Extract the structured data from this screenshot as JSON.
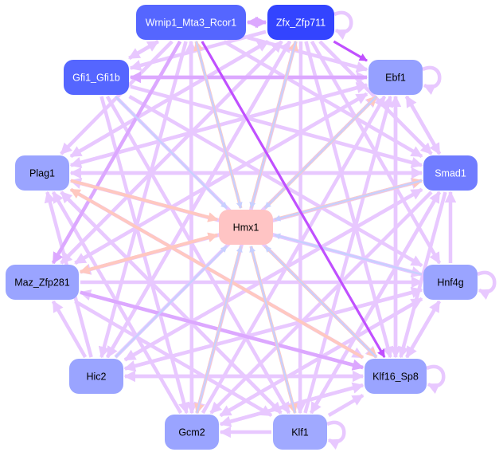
{
  "diagram": {
    "type": "directed-network",
    "nodes": [
      {
        "id": "wrnip1",
        "label": "Wrnip1_Mta3_Rcor1",
        "fill": "#5566ff",
        "text": "#ffffff"
      },
      {
        "id": "zfx",
        "label": "Zfx_Zfp711",
        "fill": "#3344ff",
        "text": "#ffffff"
      },
      {
        "id": "gfi1",
        "label": "Gfi1_Gfi1b",
        "fill": "#5566ff",
        "text": "#ffffff"
      },
      {
        "id": "ebf1",
        "label": "Ebf1",
        "fill": "#95a0ff",
        "text": "#000000"
      },
      {
        "id": "plag1",
        "label": "Plag1",
        "fill": "#9aa4ff",
        "text": "#000000"
      },
      {
        "id": "smad1",
        "label": "Smad1",
        "fill": "#707cff",
        "text": "#ffffff"
      },
      {
        "id": "hmx1",
        "label": "Hmx1",
        "fill": "#ffc4c4",
        "text": "#000000"
      },
      {
        "id": "maz",
        "label": "Maz_Zfp281",
        "fill": "#9aa4ff",
        "text": "#000000"
      },
      {
        "id": "hnf4g",
        "label": "Hnf4g",
        "fill": "#9aa4ff",
        "text": "#000000"
      },
      {
        "id": "hic2",
        "label": "Hic2",
        "fill": "#9aa4ff",
        "text": "#000000"
      },
      {
        "id": "klf16",
        "label": "Klf16_Sp8",
        "fill": "#9aa4ff",
        "text": "#000000"
      },
      {
        "id": "gcm2",
        "label": "Gcm2",
        "fill": "#9aa4ff",
        "text": "#000000"
      },
      {
        "id": "klf1",
        "label": "Klf1",
        "fill": "#a0a9ff",
        "text": "#000000"
      }
    ],
    "edge_colors": {
      "default": "#e8c8ff",
      "strong": "#dca8ff",
      "highlight": "#c050ff",
      "pink": "#ffc8c0",
      "blue": "#c8d0ff"
    },
    "edges": [
      {
        "from": "wrnip1",
        "to": "zfx",
        "color": "strong"
      },
      {
        "from": "zfx",
        "to": "wrnip1",
        "color": "strong"
      },
      {
        "from": "zfx",
        "to": "zfx",
        "color": "default"
      },
      {
        "from": "zfx",
        "to": "ebf1",
        "color": "highlight"
      },
      {
        "from": "ebf1",
        "to": "ebf1",
        "color": "default"
      },
      {
        "from": "hnf4g",
        "to": "hnf4g",
        "color": "default"
      },
      {
        "from": "klf16",
        "to": "klf16",
        "color": "default"
      },
      {
        "from": "klf1",
        "to": "klf1",
        "color": "default"
      },
      {
        "from": "wrnip1",
        "to": "klf16",
        "color": "highlight"
      },
      {
        "from": "gfi1",
        "to": "ebf1",
        "color": "default"
      },
      {
        "from": "ebf1",
        "to": "gfi1",
        "color": "strong"
      },
      {
        "from": "zfx",
        "to": "gfi1",
        "color": "default"
      },
      {
        "from": "smad1",
        "to": "plag1",
        "color": "default"
      },
      {
        "from": "zfx",
        "to": "plag1",
        "color": "default"
      },
      {
        "from": "ebf1",
        "to": "plag1",
        "color": "default"
      },
      {
        "from": "klf16",
        "to": "plag1",
        "color": "pink"
      },
      {
        "from": "zfx",
        "to": "smad1",
        "color": "default"
      },
      {
        "from": "ebf1",
        "to": "smad1",
        "color": "default"
      },
      {
        "from": "smad1",
        "to": "ebf1",
        "color": "default"
      },
      {
        "from": "klf16",
        "to": "ebf1",
        "color": "default"
      },
      {
        "from": "gcm2",
        "to": "ebf1",
        "color": "default"
      },
      {
        "from": "plag1",
        "to": "smad1",
        "color": "default"
      },
      {
        "from": "gfi1",
        "to": "smad1",
        "color": "default"
      },
      {
        "from": "maz",
        "to": "smad1",
        "color": "default"
      },
      {
        "from": "hic2",
        "to": "smad1",
        "color": "default"
      },
      {
        "from": "klf1",
        "to": "smad1",
        "color": "default"
      },
      {
        "from": "wrnip1",
        "to": "hmx1",
        "color": "blue"
      },
      {
        "from": "zfx",
        "to": "hmx1",
        "color": "blue"
      },
      {
        "from": "gfi1",
        "to": "hmx1",
        "color": "blue"
      },
      {
        "from": "ebf1",
        "to": "hmx1",
        "color": "blue"
      },
      {
        "from": "smad1",
        "to": "hmx1",
        "color": "blue"
      },
      {
        "from": "plag1",
        "to": "hmx1",
        "color": "pink"
      },
      {
        "from": "hnf4g",
        "to": "hmx1",
        "color": "blue"
      },
      {
        "from": "klf16",
        "to": "hmx1",
        "color": "blue"
      },
      {
        "from": "hic2",
        "to": "hmx1",
        "color": "blue"
      },
      {
        "from": "klf1",
        "to": "hmx1",
        "color": "blue"
      },
      {
        "from": "maz",
        "to": "hmx1",
        "color": "pink"
      },
      {
        "from": "gcm2",
        "to": "hmx1",
        "color": "blue"
      },
      {
        "from": "hmx1",
        "to": "wrnip1",
        "color": "pink"
      },
      {
        "from": "hmx1",
        "to": "zfx",
        "color": "pink"
      },
      {
        "from": "hmx1",
        "to": "ebf1",
        "color": "pink"
      },
      {
        "from": "hmx1",
        "to": "smad1",
        "color": "pink"
      },
      {
        "from": "hmx1",
        "to": "maz",
        "color": "pink"
      },
      {
        "from": "hmx1",
        "to": "klf16",
        "color": "pink"
      },
      {
        "from": "hmx1",
        "to": "gcm2",
        "color": "pink"
      },
      {
        "from": "hmx1",
        "to": "klf1",
        "color": "pink"
      },
      {
        "from": "zfx",
        "to": "maz",
        "color": "default"
      },
      {
        "from": "wrnip1",
        "to": "maz",
        "color": "strong"
      },
      {
        "from": "ebf1",
        "to": "maz",
        "color": "default"
      },
      {
        "from": "smad1",
        "to": "maz",
        "color": "default"
      },
      {
        "from": "klf16",
        "to": "maz",
        "color": "default"
      },
      {
        "from": "maz",
        "to": "klf16",
        "color": "strong"
      },
      {
        "from": "zfx",
        "to": "hnf4g",
        "color": "default"
      },
      {
        "from": "gfi1",
        "to": "hnf4g",
        "color": "default"
      },
      {
        "from": "plag1",
        "to": "hnf4g",
        "color": "default"
      },
      {
        "from": "hnf4g",
        "to": "plag1",
        "color": "default"
      },
      {
        "from": "hnf4g",
        "to": "smad1",
        "color": "default"
      },
      {
        "from": "hnf4g",
        "to": "hic2",
        "color": "default"
      },
      {
        "from": "hnf4g",
        "to": "gcm2",
        "color": "default"
      },
      {
        "from": "hnf4g",
        "to": "klf16",
        "color": "default"
      },
      {
        "from": "wrnip1",
        "to": "hic2",
        "color": "default"
      },
      {
        "from": "zfx",
        "to": "hic2",
        "color": "default"
      },
      {
        "from": "smad1",
        "to": "hic2",
        "color": "default"
      },
      {
        "from": "klf16",
        "to": "hic2",
        "color": "default"
      },
      {
        "from": "hic2",
        "to": "plag1",
        "color": "default"
      },
      {
        "from": "hic2",
        "to": "klf16",
        "color": "default"
      },
      {
        "from": "wrnip1",
        "to": "gcm2",
        "color": "default"
      },
      {
        "from": "zfx",
        "to": "gcm2",
        "color": "default"
      },
      {
        "from": "gfi1",
        "to": "gcm2",
        "color": "default"
      },
      {
        "from": "smad1",
        "to": "gcm2",
        "color": "default"
      },
      {
        "from": "klf16",
        "to": "gcm2",
        "color": "default"
      },
      {
        "from": "klf1",
        "to": "gcm2",
        "color": "default"
      },
      {
        "from": "gcm2",
        "to": "plag1",
        "color": "default"
      },
      {
        "from": "gcm2",
        "to": "klf16",
        "color": "default"
      },
      {
        "from": "zfx",
        "to": "klf1",
        "color": "default"
      },
      {
        "from": "gfi1",
        "to": "klf1",
        "color": "default"
      },
      {
        "from": "plag1",
        "to": "klf1",
        "color": "default"
      },
      {
        "from": "maz",
        "to": "klf1",
        "color": "default"
      },
      {
        "from": "smad1",
        "to": "klf1",
        "color": "default"
      },
      {
        "from": "klf1",
        "to": "plag1",
        "color": "default"
      },
      {
        "from": "klf1",
        "to": "klf16",
        "color": "default"
      },
      {
        "from": "zfx",
        "to": "klf16",
        "color": "default"
      },
      {
        "from": "ebf1",
        "to": "klf16",
        "color": "default"
      },
      {
        "from": "smad1",
        "to": "klf16",
        "color": "default"
      },
      {
        "from": "gfi1",
        "to": "klf16",
        "color": "default"
      },
      {
        "from": "plag1",
        "to": "klf16",
        "color": "default"
      },
      {
        "from": "wrnip1",
        "to": "gfi1",
        "color": "default"
      },
      {
        "from": "wrnip1",
        "to": "plag1",
        "color": "default"
      },
      {
        "from": "wrnip1",
        "to": "smad1",
        "color": "default"
      },
      {
        "from": "wrnip1",
        "to": "ebf1",
        "color": "default"
      },
      {
        "from": "gfi1",
        "to": "wrnip1",
        "color": "default"
      },
      {
        "from": "plag1",
        "to": "ebf1",
        "color": "default"
      },
      {
        "from": "maz",
        "to": "ebf1",
        "color": "default"
      },
      {
        "from": "hic2",
        "to": "ebf1",
        "color": "default"
      },
      {
        "from": "klf1",
        "to": "ebf1",
        "color": "default"
      },
      {
        "from": "maz",
        "to": "zfx",
        "color": "default"
      },
      {
        "from": "hic2",
        "to": "zfx",
        "color": "default"
      },
      {
        "from": "plag1",
        "to": "zfx",
        "color": "default"
      },
      {
        "from": "gcm2",
        "to": "wrnip1",
        "color": "default"
      },
      {
        "from": "hic2",
        "to": "maz",
        "color": "default"
      },
      {
        "from": "hic2",
        "to": "hnf4g",
        "color": "default"
      },
      {
        "from": "gcm2",
        "to": "hnf4g",
        "color": "default"
      },
      {
        "from": "maz",
        "to": "hnf4g",
        "color": "default"
      },
      {
        "from": "klf16",
        "to": "hnf4g",
        "color": "default"
      }
    ]
  }
}
